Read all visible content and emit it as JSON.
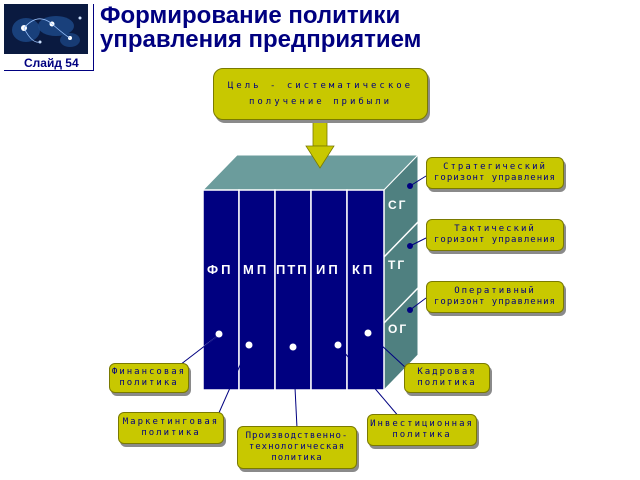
{
  "header": {
    "title_line1": "Формирование политики",
    "title_line2": "управления предприятием",
    "slide_label": "Слайд 54"
  },
  "goal": {
    "line1": "Цель - систематическое",
    "line2": "получение прибыли"
  },
  "columns": [
    {
      "abbr": "ФП",
      "name_line1": "Финансовая",
      "name_line2": "политика"
    },
    {
      "abbr": "МП",
      "name_line1": "Маркетинговая",
      "name_line2": "политика"
    },
    {
      "abbr": "ПТП",
      "name_line1": "Производственно-",
      "name_line2": "технологическая",
      "name_line3": "политика"
    },
    {
      "abbr": "ИП",
      "name_line1": "Инвестиционная",
      "name_line2": "политика"
    },
    {
      "abbr": "КП",
      "name_line1": "Кадровая",
      "name_line2": "политика"
    }
  ],
  "horizons": [
    {
      "abbr": "СГ",
      "line1": "Стратегический",
      "line2": "горизонт управления"
    },
    {
      "abbr": "ТГ",
      "line1": "Тактический",
      "line2": "горизонт управления"
    },
    {
      "abbr": "ОГ",
      "line1": "Оперативный",
      "line2": "горизонт управления"
    }
  ],
  "colors": {
    "title": "#000080",
    "block_front": "#000080",
    "block_top": "#6b9c9c",
    "block_side": "#4f8080",
    "callout_fill": "#c8c800",
    "callout_text": "#000080",
    "arrow": "#c8c800"
  }
}
